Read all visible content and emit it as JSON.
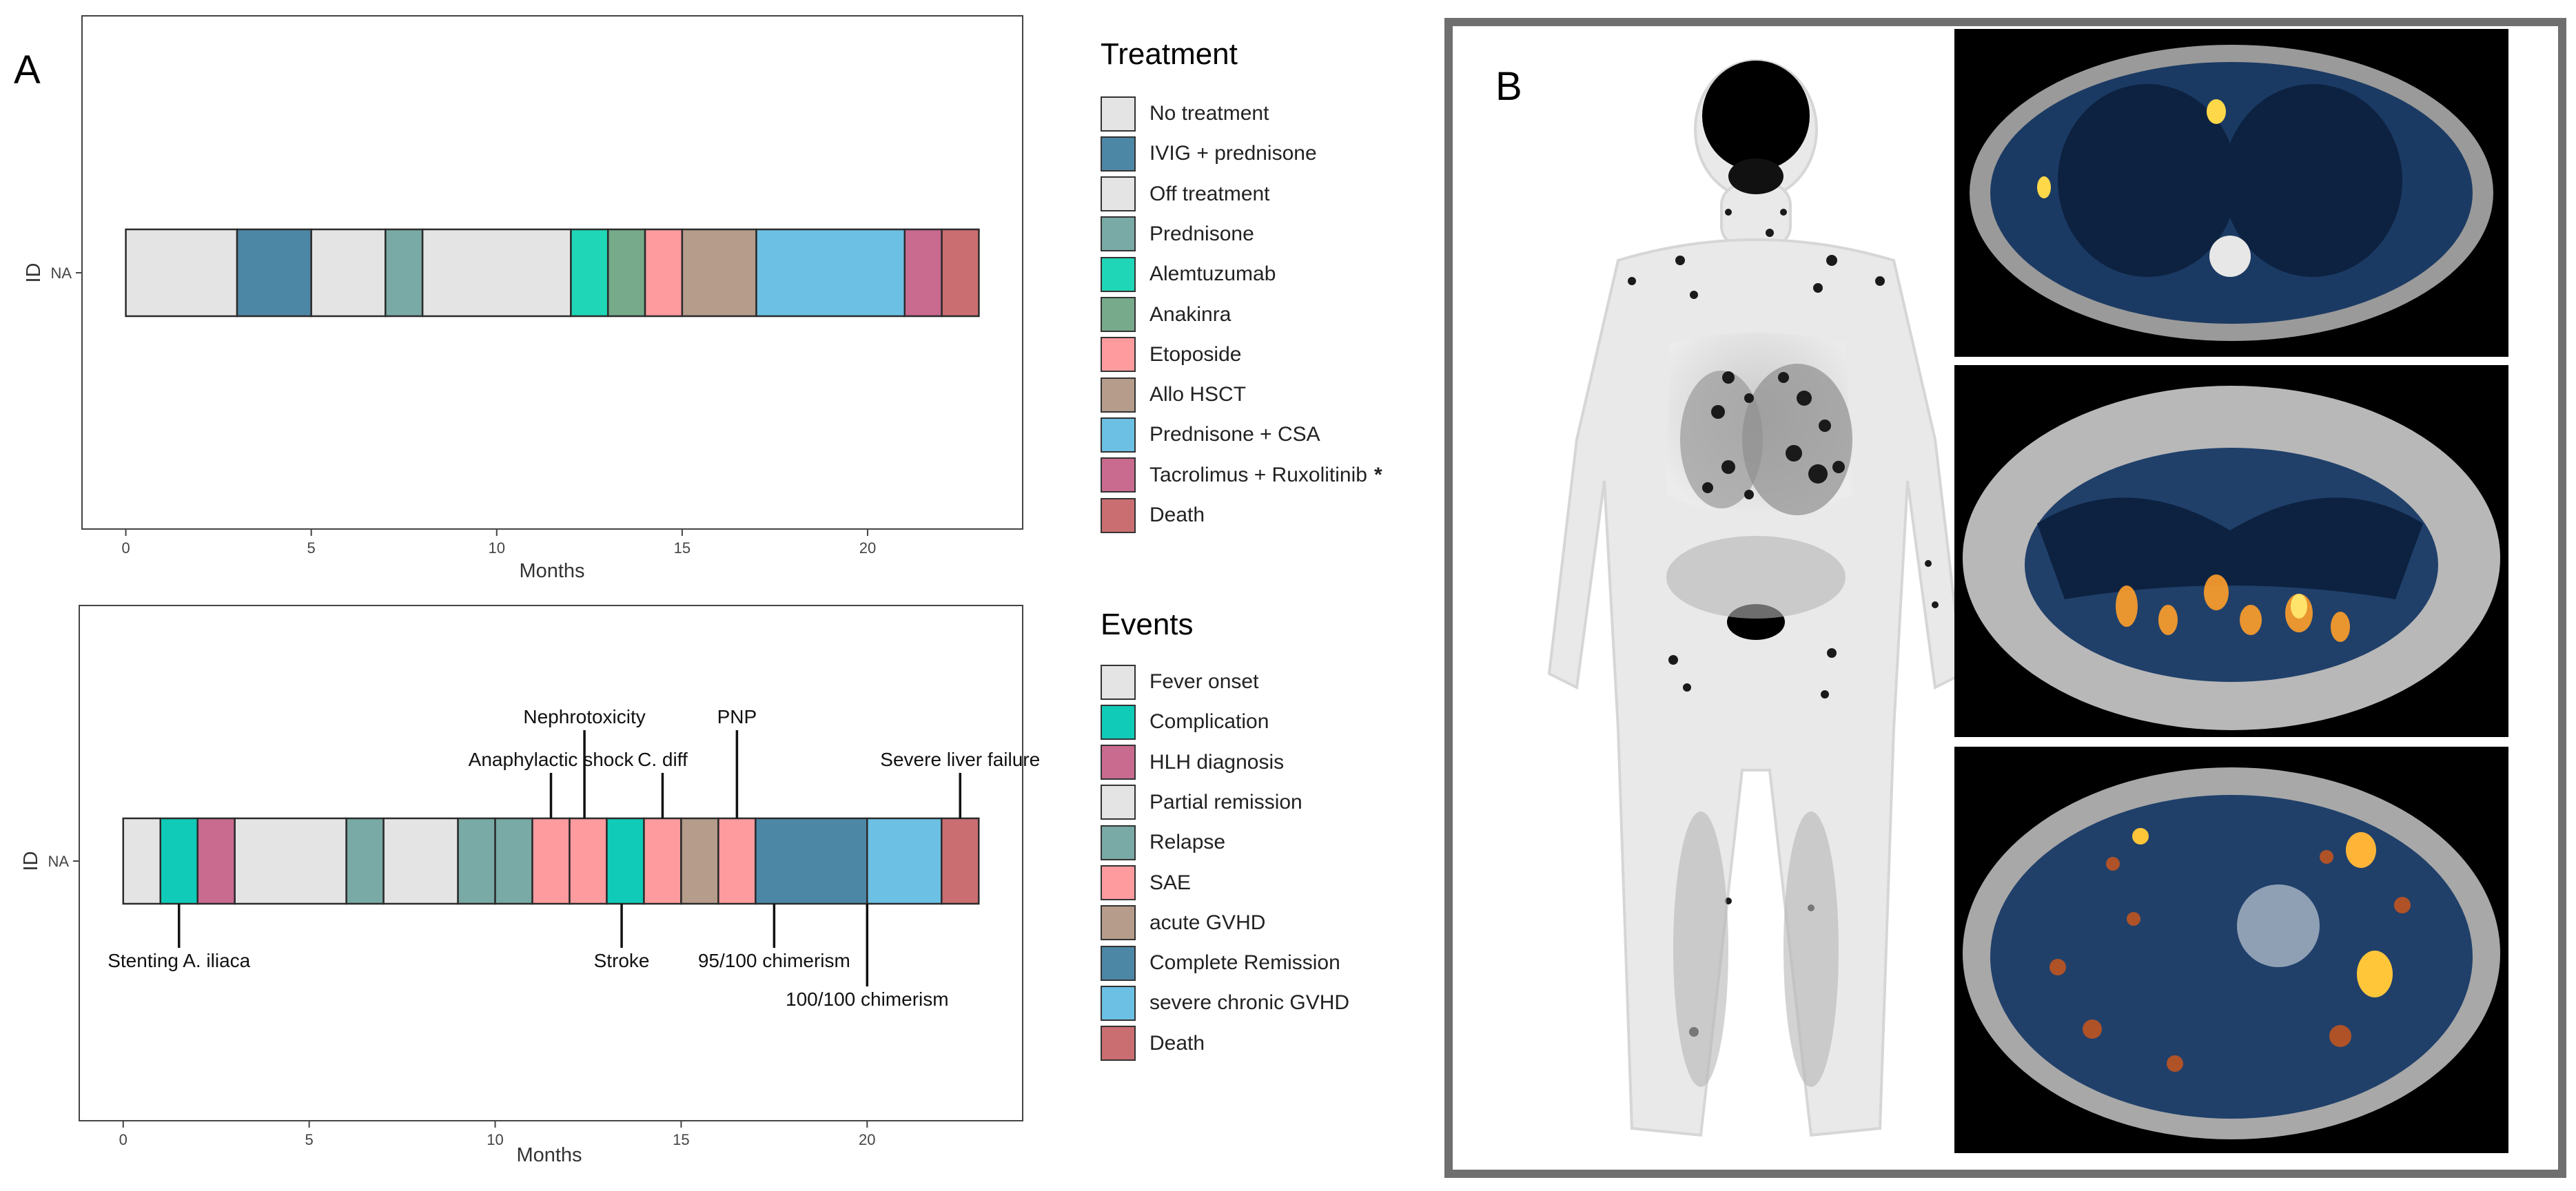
{
  "panel_a_label": "A",
  "panel_b_label": "B",
  "chart_data": [
    {
      "type": "bar",
      "subtype": "stacked-timeline",
      "title": "",
      "xlabel": "Months",
      "ylabel": "ID",
      "y_category": "NA",
      "xlim": [
        -1.2,
        24.2
      ],
      "x_ticks": [
        0,
        5,
        10,
        15,
        20
      ],
      "grid": false,
      "legend_title": "Treatment",
      "legend_position": "right",
      "legend": [
        {
          "label": "No treatment",
          "color": "#e4e4e4"
        },
        {
          "label": "IVIG + prednisone",
          "color": "#4d87a6"
        },
        {
          "label": "Off treatment",
          "color": "#e4e4e4"
        },
        {
          "label": "Prednisone",
          "color": "#79aaa5"
        },
        {
          "label": "Alemtuzumab",
          "color": "#1fd6b7"
        },
        {
          "label": "Anakinra",
          "color": "#76aa8a"
        },
        {
          "label": "Etoposide",
          "color": "#fe9b9f"
        },
        {
          "label": "Allo HSCT",
          "color": "#b59c8b"
        },
        {
          "label": "Prednisone + CSA",
          "color": "#6cc0e3"
        },
        {
          "label": "Tacrolimus + Ruxolitinib",
          "color": "#c96a8f",
          "marker": "*"
        },
        {
          "label": "Death",
          "color": "#ca6e72"
        }
      ],
      "segments": [
        {
          "label": "No treatment",
          "start": 0,
          "end": 3
        },
        {
          "label": "IVIG + prednisone",
          "start": 3,
          "end": 5
        },
        {
          "label": "Off treatment",
          "start": 5,
          "end": 7
        },
        {
          "label": "Prednisone",
          "start": 7,
          "end": 8
        },
        {
          "label": "Off treatment",
          "start": 8,
          "end": 12
        },
        {
          "label": "Alemtuzumab",
          "start": 12,
          "end": 13
        },
        {
          "label": "Anakinra",
          "start": 13,
          "end": 14
        },
        {
          "label": "Etoposide",
          "start": 14,
          "end": 15
        },
        {
          "label": "Allo HSCT",
          "start": 15,
          "end": 17
        },
        {
          "label": "Prednisone + CSA",
          "start": 17,
          "end": 21
        },
        {
          "label": "Tacrolimus + Ruxolitinib",
          "start": 21,
          "end": 22
        },
        {
          "label": "Death",
          "start": 22,
          "end": 23
        }
      ],
      "annotations": []
    },
    {
      "type": "bar",
      "subtype": "stacked-timeline",
      "title": "",
      "xlabel": "Months",
      "ylabel": "ID",
      "y_category": "NA",
      "xlim": [
        -1.2,
        24.2
      ],
      "x_ticks": [
        0,
        5,
        10,
        15,
        20
      ],
      "grid": false,
      "legend_title": "Events",
      "legend_position": "right",
      "legend": [
        {
          "label": "Fever onset",
          "color": "#e4e4e4"
        },
        {
          "label": "Complication",
          "color": "#0fcbb8"
        },
        {
          "label": "HLH diagnosis",
          "color": "#c96a8f"
        },
        {
          "label": "Partial remission",
          "color": "#e4e4e4"
        },
        {
          "label": "Relapse",
          "color": "#79aaa5"
        },
        {
          "label": "SAE",
          "color": "#fe9b9f"
        },
        {
          "label": "acute GVHD",
          "color": "#b59c8b"
        },
        {
          "label": "Complete Remission",
          "color": "#4d87a6"
        },
        {
          "label": "severe chronic GVHD",
          "color": "#6cc0e3"
        },
        {
          "label": "Death",
          "color": "#ca6e72"
        }
      ],
      "segments": [
        {
          "label": "Fever onset",
          "start": 0,
          "end": 1
        },
        {
          "label": "Complication",
          "start": 1,
          "end": 2
        },
        {
          "label": "HLH diagnosis",
          "start": 2,
          "end": 3
        },
        {
          "label": "Partial remission",
          "start": 3,
          "end": 6
        },
        {
          "label": "Relapse",
          "start": 6,
          "end": 7
        },
        {
          "label": "Partial remission",
          "start": 7,
          "end": 9
        },
        {
          "label": "Relapse",
          "start": 9,
          "end": 10
        },
        {
          "label": "Relapse",
          "start": 10,
          "end": 11
        },
        {
          "label": "SAE",
          "start": 11,
          "end": 12
        },
        {
          "label": "SAE",
          "start": 12,
          "end": 13
        },
        {
          "label": "Complication",
          "start": 13,
          "end": 14
        },
        {
          "label": "SAE",
          "start": 14,
          "end": 15
        },
        {
          "label": "acute GVHD",
          "start": 15,
          "end": 16
        },
        {
          "label": "SAE",
          "start": 16,
          "end": 17
        },
        {
          "label": "Complete Remission",
          "start": 17,
          "end": 20
        },
        {
          "label": "severe chronic GVHD",
          "start": 20,
          "end": 22
        },
        {
          "label": "Death",
          "start": 22,
          "end": 23
        }
      ],
      "annotations": [
        {
          "text": "Stenting A. iliaca",
          "x": 1.5,
          "side": "below",
          "level": 1
        },
        {
          "text": "Anaphylactic shock",
          "x": 11.5,
          "side": "above",
          "level": 1
        },
        {
          "text": "Nephrotoxicity",
          "x": 12.4,
          "side": "above",
          "level": 2
        },
        {
          "text": "C. diff",
          "x": 14.5,
          "side": "above",
          "level": 1
        },
        {
          "text": "PNP",
          "x": 16.5,
          "side": "above",
          "level": 2
        },
        {
          "text": "Severe liver failure",
          "x": 22.5,
          "side": "above",
          "level": 1
        },
        {
          "text": "Stroke",
          "x": 13.4,
          "side": "below",
          "level": 1
        },
        {
          "text": "95/100 chimerism",
          "x": 17.5,
          "side": "below",
          "level": 1
        },
        {
          "text": "100/100 chimerism",
          "x": 20,
          "side": "below",
          "level": 2
        }
      ]
    }
  ]
}
